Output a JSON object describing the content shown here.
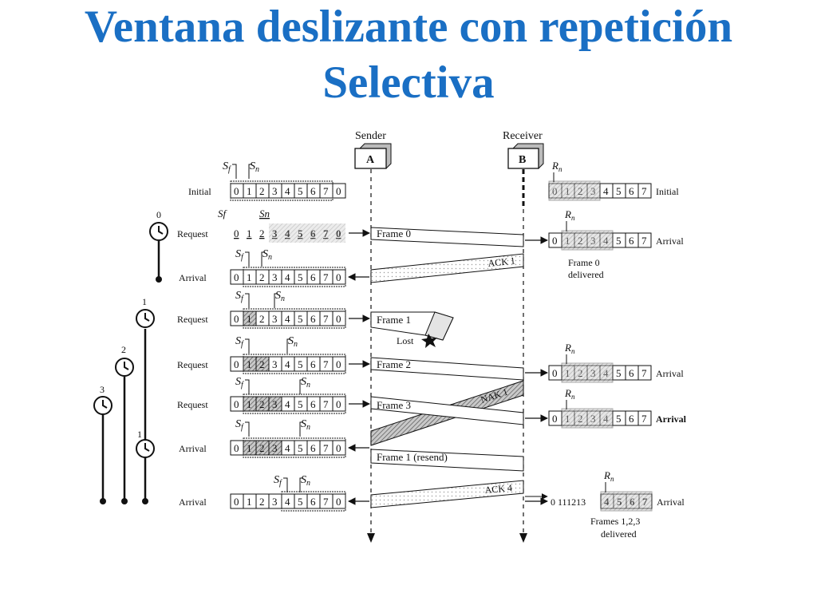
{
  "title": {
    "line1": "Ventana deslizante con repetición",
    "line2": "Selectiva"
  },
  "colors": {
    "title": "#1a6fc4",
    "hatch": "#9a9a9a",
    "line": "#111111"
  },
  "sender": {
    "label": "Sender",
    "box": "A"
  },
  "receiver": {
    "label": "Receiver",
    "box": "B"
  },
  "window_symbols": {
    "sf": "S",
    "sf_sub": "f",
    "sn": "S",
    "sn_sub": "n",
    "rn": "R",
    "rn_sub": "n",
    "sf_plain": "Sf",
    "sn_plain": "Sn"
  },
  "timers": {
    "t0": "0",
    "t1": "1",
    "t2": "2",
    "t3": "3",
    "t1b": "1"
  },
  "sender_rows": [
    {
      "label": "Initial",
      "cells": [
        "0",
        "1",
        "2",
        "3",
        "4",
        "5",
        "6",
        "7",
        "0"
      ]
    },
    {
      "label": "Request",
      "cells": [
        "0",
        "1",
        "2",
        "3",
        "4",
        "5",
        "6",
        "7",
        "0"
      ]
    },
    {
      "label": "Arrival",
      "cells": [
        "0",
        "1",
        "2",
        "3",
        "4",
        "5",
        "6",
        "7",
        "0"
      ]
    },
    {
      "label": "Request",
      "cells": [
        "0",
        "1",
        "2",
        "3",
        "4",
        "5",
        "6",
        "7",
        "0"
      ]
    },
    {
      "label": "Request",
      "cells": [
        "0",
        "1",
        "2",
        "3",
        "4",
        "5",
        "6",
        "7",
        "0"
      ]
    },
    {
      "label": "Request",
      "cells": [
        "0",
        "1",
        "2",
        "3",
        "4",
        "5",
        "6",
        "7",
        "0"
      ]
    },
    {
      "label": "Arrival",
      "cells": [
        "0",
        "1",
        "2",
        "3",
        "4",
        "5",
        "6",
        "7",
        "0"
      ]
    },
    {
      "label": "Arrival",
      "cells": [
        "0",
        "1",
        "2",
        "3",
        "4",
        "5",
        "6",
        "7",
        "0"
      ]
    }
  ],
  "receiver_rows": [
    {
      "label": "Initial",
      "cells": [
        "0",
        "1",
        "2",
        "3",
        "4",
        "5",
        "6",
        "7"
      ]
    },
    {
      "label": "Arrival",
      "cells": [
        "0",
        "1",
        "2",
        "3",
        "4",
        "5",
        "6",
        "7"
      ]
    },
    {
      "label": "Arrival",
      "cells": [
        "0",
        "1",
        "2",
        "3",
        "4",
        "5",
        "6",
        "7"
      ]
    },
    {
      "label": "Arrival",
      "cells": [
        "0",
        "1",
        "2",
        "3",
        "4",
        "5",
        "6",
        "7"
      ]
    },
    {
      "label": "Arrival",
      "prefix": "0 111213",
      "cells": [
        "4",
        "5",
        "6",
        "7"
      ]
    }
  ],
  "frames": {
    "f0": "Frame 0",
    "ack1": "ACK 1",
    "f1": "Frame 1",
    "lost": "Lost",
    "f2": "Frame 2",
    "f3": "Frame 3",
    "nak1": "NAK 1",
    "f1r": "Frame 1 (resend)",
    "ack4": "ACK 4"
  },
  "notes": {
    "d0a": "Frame 0",
    "d0b": "delivered",
    "d123a": "Frames 1,2,3",
    "d123b": "delivered"
  }
}
